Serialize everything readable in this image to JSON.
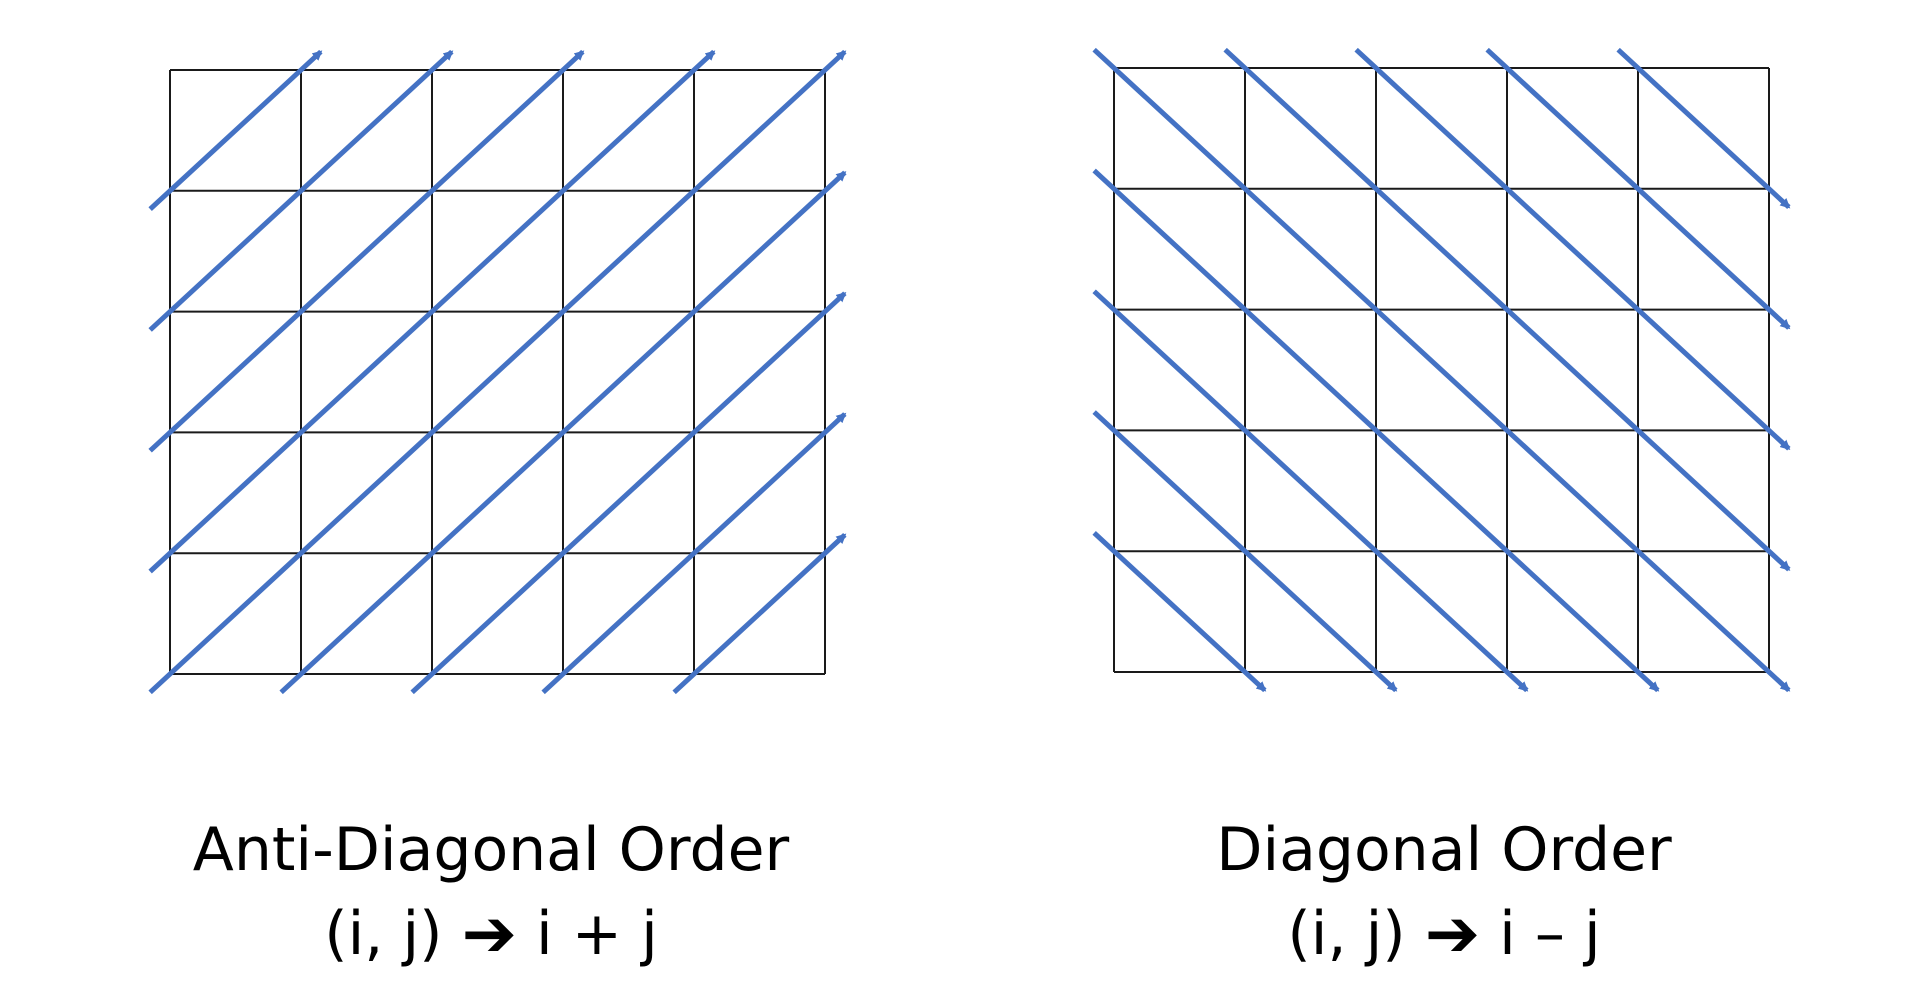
{
  "colors": {
    "grid": "#1a1a1a",
    "arrow": "#4472c4",
    "text": "#000000"
  },
  "panels": [
    {
      "id": "anti-diagonal",
      "rows": 5,
      "cols": 5,
      "direction": "anti-diagonal",
      "title": "Anti-Diagonal Order",
      "mapping": {
        "left": "(i, j)",
        "right": "i + j"
      }
    },
    {
      "id": "diagonal",
      "rows": 5,
      "cols": 5,
      "direction": "diagonal",
      "title": "Diagonal Order",
      "mapping": {
        "left": "(i, j)",
        "right": "i – j"
      }
    }
  ],
  "icons": {
    "mapping_arrow": "heavy-right-arrow-icon"
  }
}
